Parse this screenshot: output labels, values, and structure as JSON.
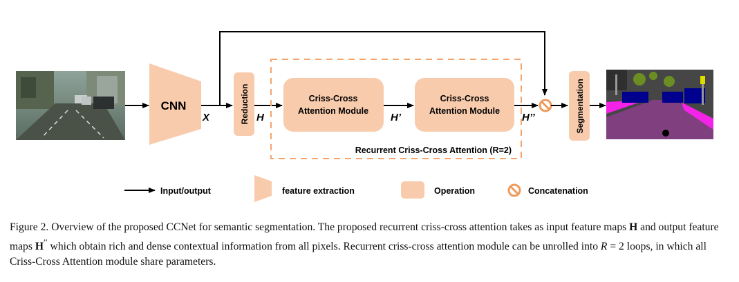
{
  "diagram": {
    "cnn_label": "CNN",
    "reduction_label": "Reduction",
    "segmentation_label": "Segmentation",
    "attention_module_line1": "Criss-Cross",
    "attention_module_line2": "Attention Module",
    "var_x": "X",
    "var_h": "H",
    "var_h_prime": "H’",
    "var_h_double_prime": "H’’",
    "recurrent_label": "Recurrent Criss-Cross Attention (R=2)"
  },
  "legend": {
    "input_output": "Input/output",
    "feature_extraction": "feature extraction",
    "operation": "Operation",
    "concatenation": "Concatenation"
  },
  "colors": {
    "block_fill": "#f8cbad",
    "dashed_border": "#f4a46c",
    "concat_symbol": "#f09a5a",
    "arrow": "#000000"
  },
  "caption": {
    "prefix": "Figure 2. Overview of the proposed CCNet for semantic segmentation. The proposed recurrent criss-cross attention takes as input feature maps ",
    "bold_h": "H",
    "middle": " and output feature maps ",
    "bold_h2": "H",
    "h2_sup": "′′",
    "after_h2": " which obtain rich and dense contextual information from all pixels. Recurrent criss-cross attention module can be unrolled into ",
    "r_var": "R",
    "equation_tail": " = 2 loops, in which all Criss-Cross Attention module share parameters."
  }
}
